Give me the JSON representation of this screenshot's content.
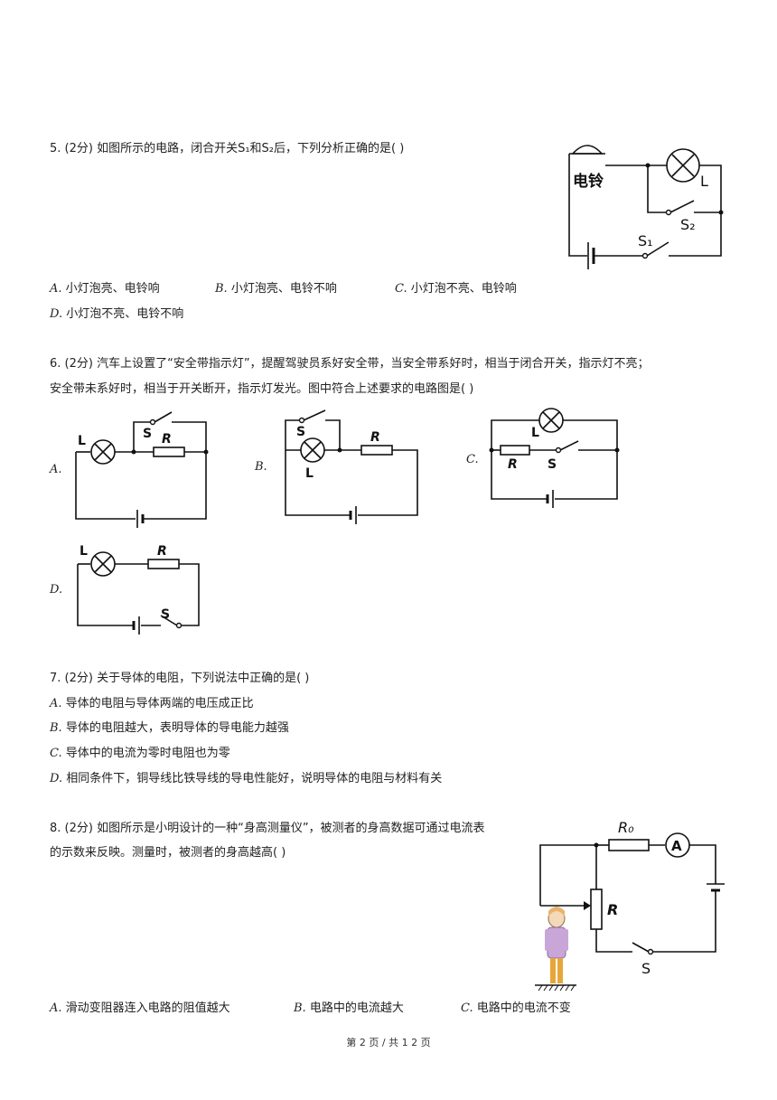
{
  "q5": {
    "stem": "5. (2分) 如图所示的电路，闭合开关S₁和S₂后，下列分析正确的是( )",
    "options": [
      {
        "letter": "A.",
        "text": "小灯泡亮、电铃响"
      },
      {
        "letter": "B.",
        "text": "小灯泡亮、电铃不响"
      },
      {
        "letter": "C.",
        "text": "小灯泡不亮、电铃响"
      },
      {
        "letter": "D.",
        "text": "小灯泡不亮、电铃不响"
      }
    ],
    "fig": {
      "bell": "电铃",
      "lamp": "L",
      "s1": "S₁",
      "s2": "S₂"
    }
  },
  "q6": {
    "stem_line1": "6. (2分) 汽车上设置了“安全带指示灯”，提醒驾驶员系好安全带，当安全带系好时，相当于闭合开关，指示灯不亮；",
    "stem_line2": "安全带未系好时，相当于开关断开，指示灯发光。图中符合上述要求的电路图是( )",
    "options": [
      {
        "letter": "A."
      },
      {
        "letter": "B."
      },
      {
        "letter": "C."
      },
      {
        "letter": "D."
      }
    ],
    "fig": {
      "lamp": "L",
      "switch": "S",
      "resistor": "R"
    }
  },
  "q7": {
    "stem": "7. (2分) 关于导体的电阻，下列说法中正确的是( )",
    "options": [
      {
        "letter": "A.",
        "text": "导体的电阻与导体两端的电压成正比"
      },
      {
        "letter": "B.",
        "text": "导体的电阻越大，表明导体的导电能力越强"
      },
      {
        "letter": "C.",
        "text": "导体中的电流为零时电阻也为零"
      },
      {
        "letter": "D.",
        "text": "相同条件下，铜导线比铁导线的导电性能好，说明导体的电阻与材料有关"
      }
    ]
  },
  "q8": {
    "stem_line1": "8. (2分) 如图所示是小明设计的一种“身高测量仪”，被测者的身高数据可通过电流表",
    "stem_line2": "的示数来反映。测量时，被测者的身高越高( )",
    "options": [
      {
        "letter": "A.",
        "text": "滑动变阻器连入电路的阻值越大"
      },
      {
        "letter": "B.",
        "text": "电路中的电流越大"
      },
      {
        "letter": "C.",
        "text": "电路中的电流不变"
      }
    ],
    "fig": {
      "r0": "R₀",
      "ammeter": "A",
      "r": "R",
      "switch": "S"
    }
  },
  "footer": "第 2 页  /  共 1 2 页"
}
